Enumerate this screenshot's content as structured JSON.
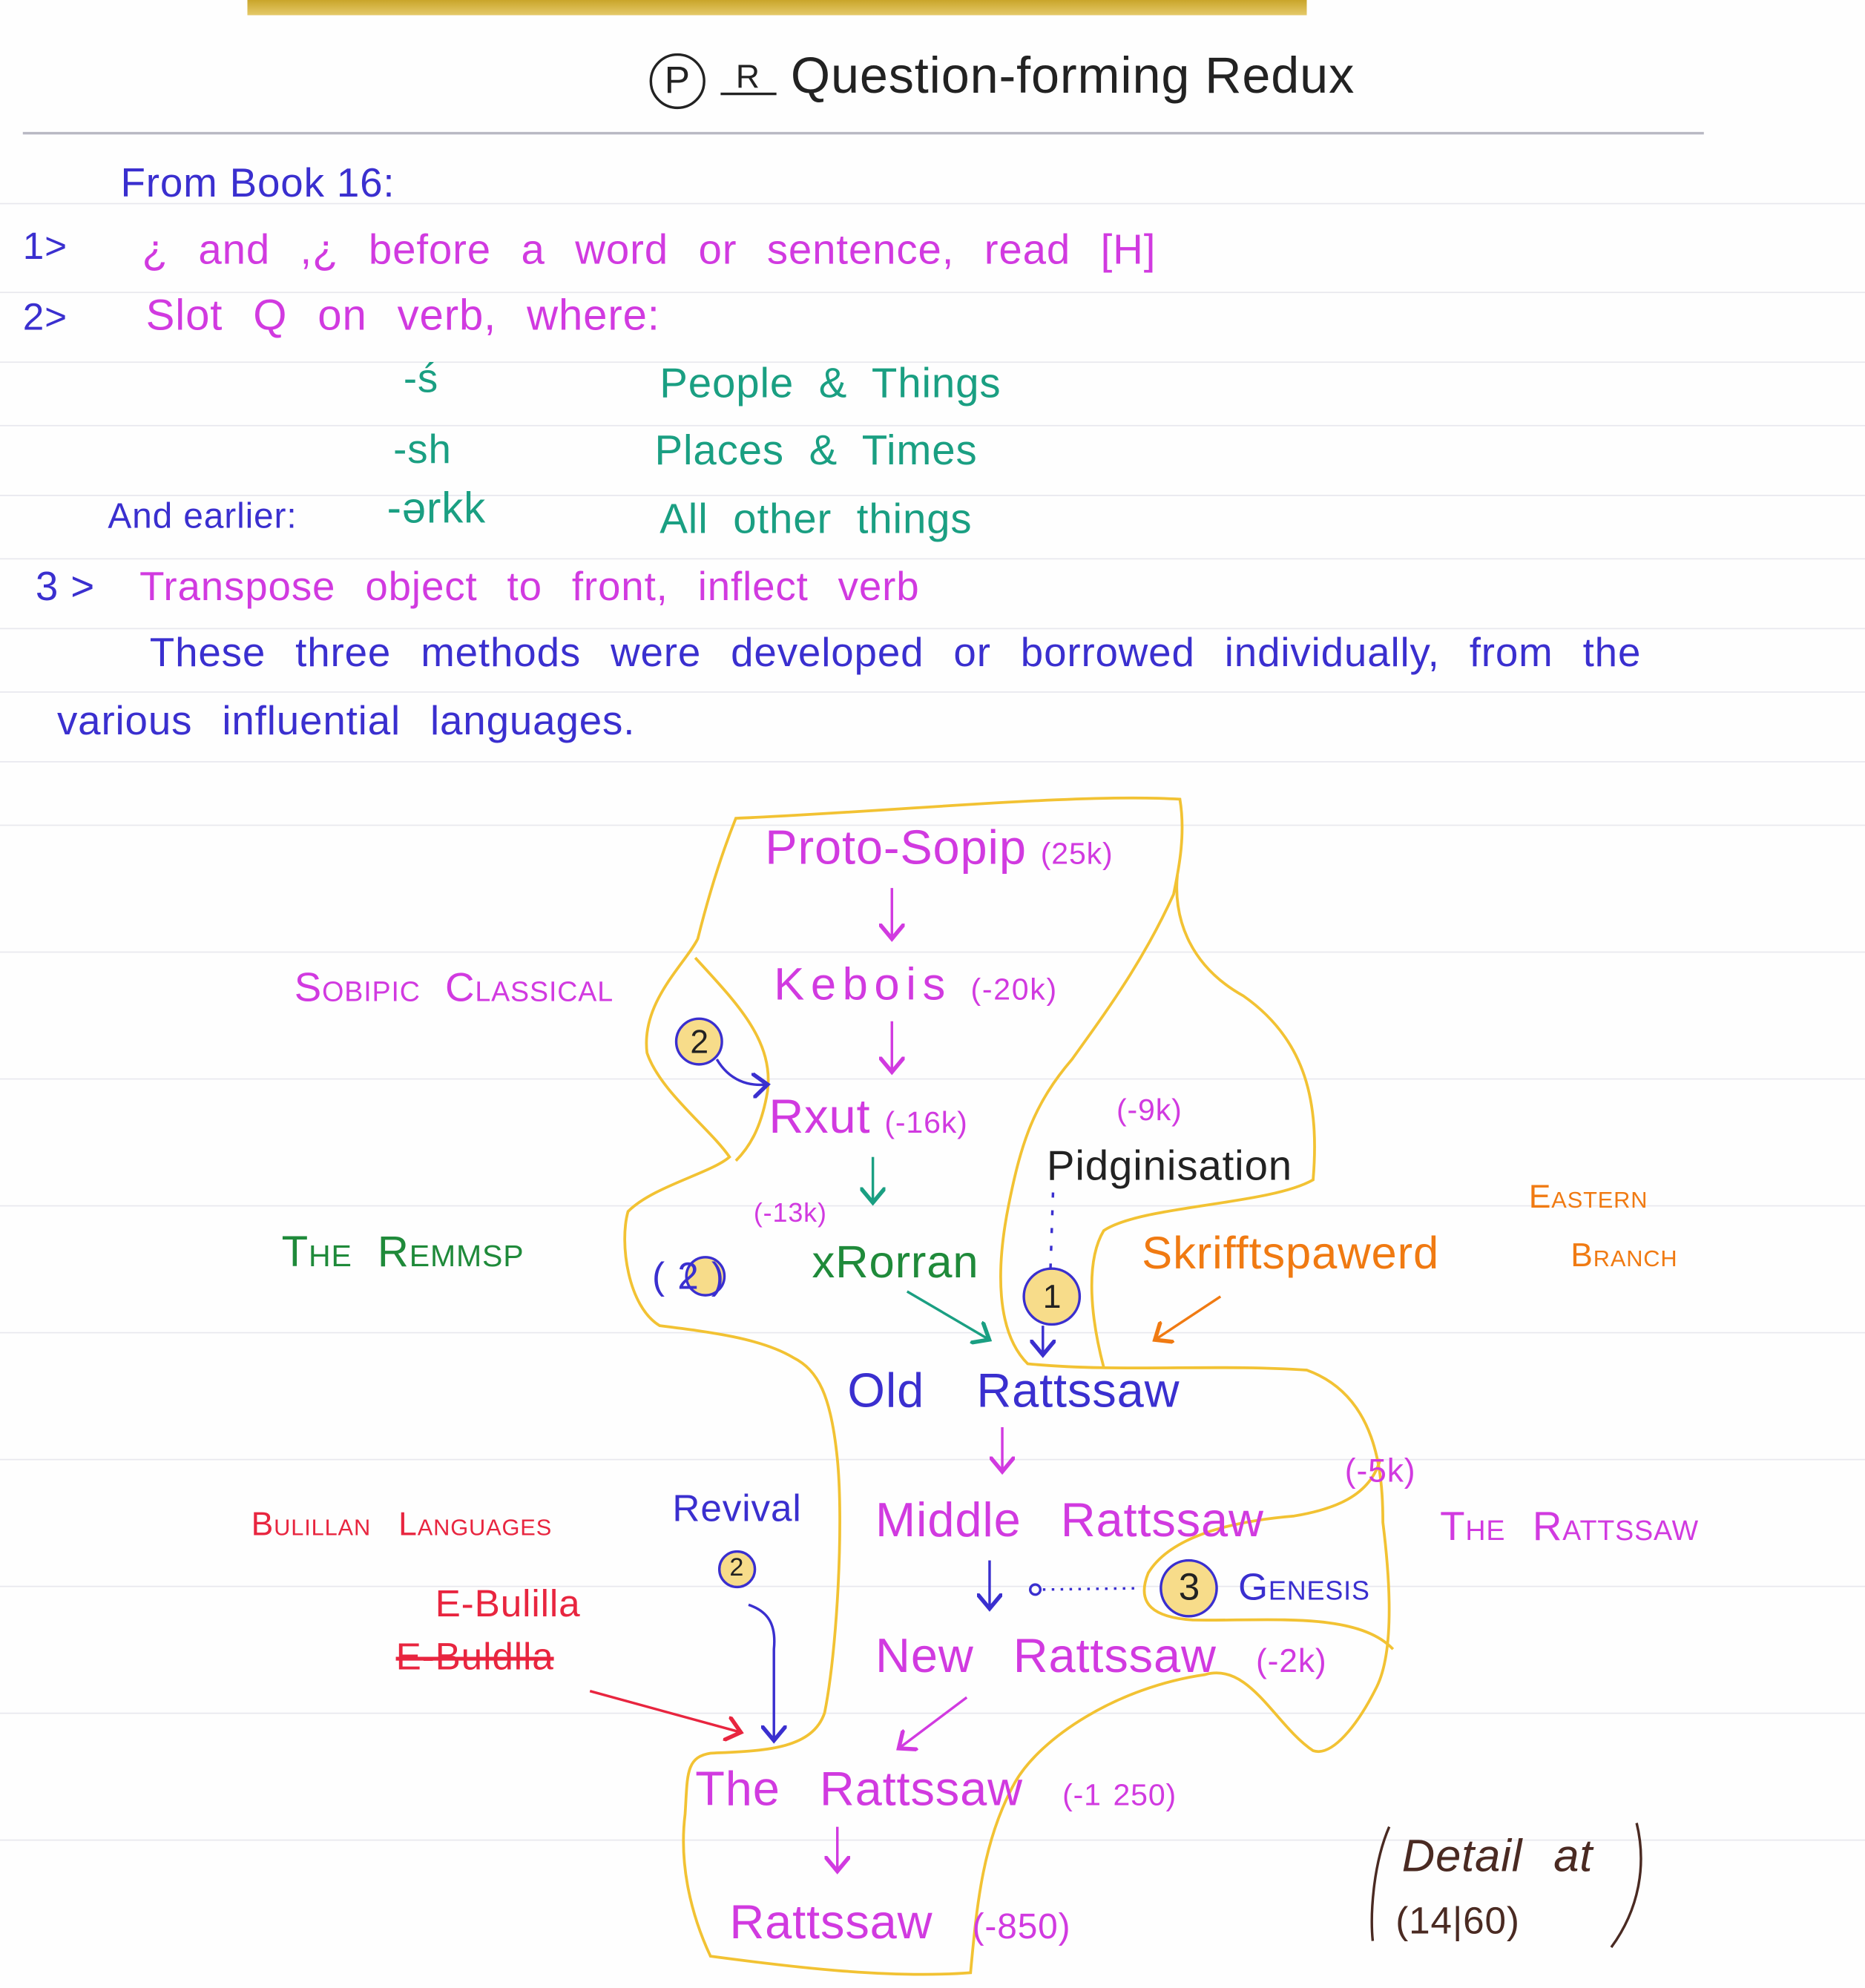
{
  "title": {
    "markers": [
      "P",
      "R"
    ],
    "text": "Question-forming Redux"
  },
  "notes": {
    "heading": "From Book 16:",
    "item1": {
      "num": "1>",
      "text": "¿ and ,¿ before a word or sentence, read [H]"
    },
    "item2": {
      "num": "2>",
      "text": "Slot Q on verb, where:"
    },
    "suffixes": [
      {
        "suffix": "-ś",
        "meaning": "People & Things"
      },
      {
        "suffix": "-sh",
        "meaning": "Places & Times"
      },
      {
        "suffix": "-ərkk",
        "meaning": "All other things"
      }
    ],
    "earlier_label": "And earlier:",
    "item3": {
      "num": "3 >",
      "text": "Transpose object to front, inflect verb"
    },
    "paragraph_line1": "These three methods were developed or borrowed individually, from the",
    "paragraph_line2": "various influential languages."
  },
  "diagram": {
    "nodes": {
      "proto": {
        "name": "Proto-Sopip",
        "date": "(25k)"
      },
      "kebois": {
        "name": "Kebois",
        "date": "(-20k)"
      },
      "rxut": {
        "name": "Rxut",
        "date": "(-16k)"
      },
      "pidgin": {
        "name": "Pidginisation",
        "date": "(-9k)"
      },
      "rorran": {
        "name": "xRorran",
        "date": "(-13k)"
      },
      "skriff": {
        "name": "Skrifftspawerd"
      },
      "old": {
        "name": "Old Rattssaw"
      },
      "middle": {
        "name": "Middle Rattssaw",
        "date": "(-5k)"
      },
      "genesis": {
        "name": "Genesis",
        "marker": "3"
      },
      "new": {
        "name": "New Rattssaw",
        "date": "(-2k)"
      },
      "the": {
        "name": "The Rattssaw",
        "date": "(-1 250)"
      },
      "ratt": {
        "name": "Rattssaw",
        "date": "(-850)"
      }
    },
    "markers": {
      "sobipic": "2",
      "remmsp": "(2)",
      "pidgin": "1",
      "revival": "2"
    },
    "labels": {
      "sobipic": "Sobipic Classical",
      "remmsp": "The Remmsp",
      "eastern1": "Eastern",
      "eastern2": "Branch",
      "bulillan": "Bulillan Languages",
      "revival": "Revival",
      "ebulilla": "E-Bulilla",
      "ebuldlla": "E-Buldlla",
      "rattssaw_group": "The Rattssaw",
      "detail1": "Detail at",
      "detail2": "(14|60)"
    }
  },
  "colors": {
    "blue": "#3a2fcf",
    "magenta": "#d13ae0",
    "teal": "#1a9f82",
    "green": "#1f8a3a",
    "orange": "#f07a12",
    "red": "#e8253f",
    "yellow": "#f2c233"
  }
}
